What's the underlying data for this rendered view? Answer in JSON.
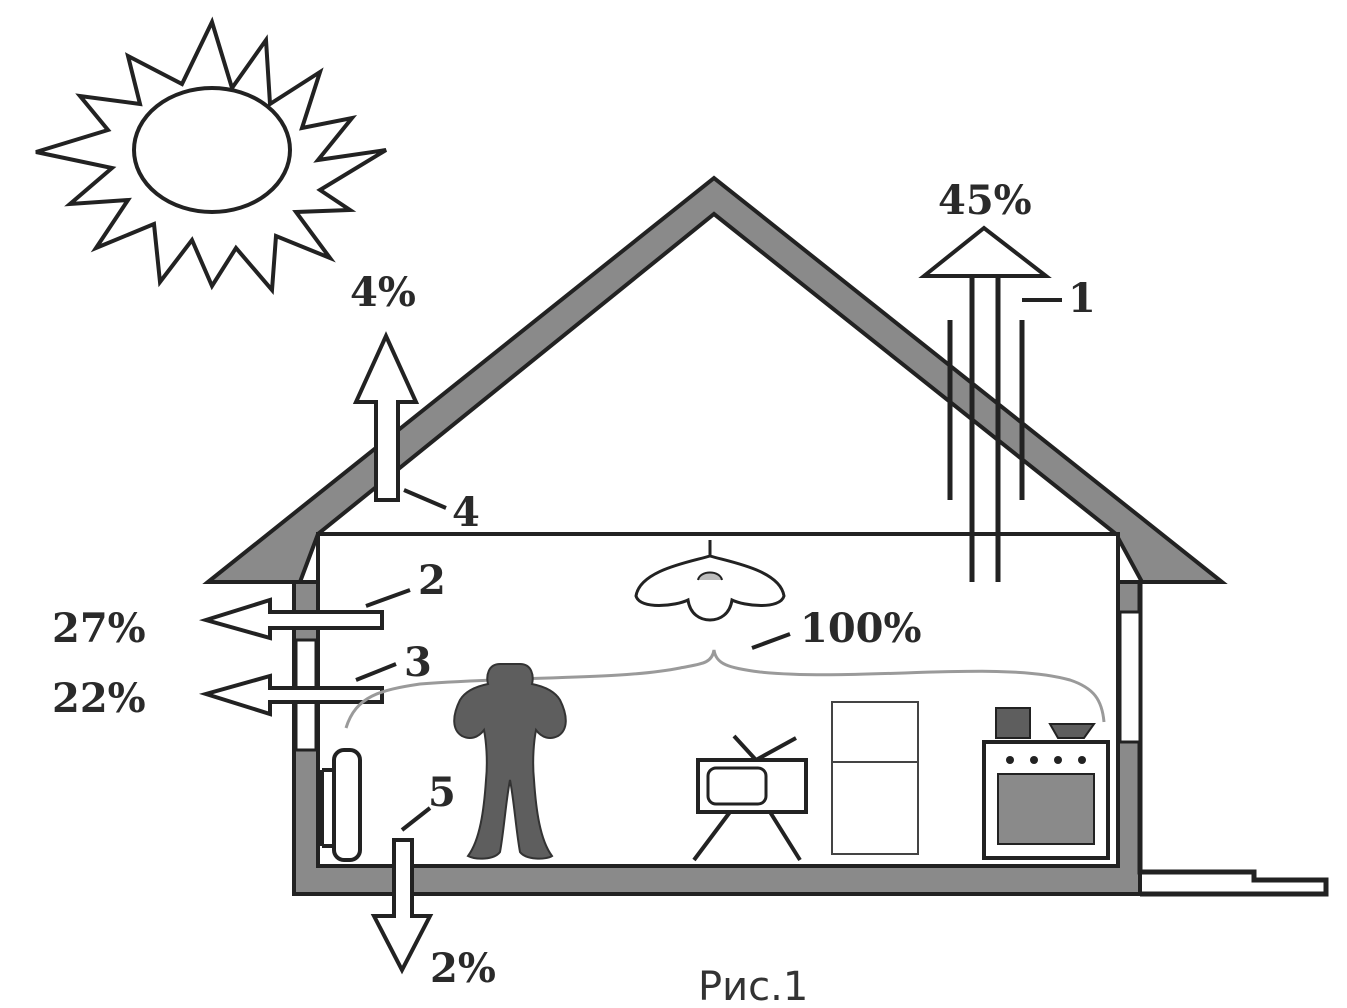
{
  "diagram": {
    "caption": "Рис.1",
    "flows": [
      {
        "id": "1",
        "percent": "45%"
      },
      {
        "id": "2",
        "percent": "27%"
      },
      {
        "id": "3",
        "percent": "22%"
      },
      {
        "id": "4",
        "percent": "4%"
      },
      {
        "id": "5",
        "percent": "2%"
      }
    ],
    "total": "100%"
  },
  "colors": {
    "wall": "#8a8a8a",
    "figure": "#5e5e5e",
    "line": "#222222",
    "heat_line": "#9a9a9a"
  },
  "icons": [
    "sun-icon",
    "lamp-icon",
    "person-icon",
    "tv-icon",
    "fridge-icon",
    "stove-icon",
    "radiator-icon",
    "chimney-icon",
    "arrow-up-icon",
    "arrow-left-icon",
    "arrow-down-icon"
  ]
}
